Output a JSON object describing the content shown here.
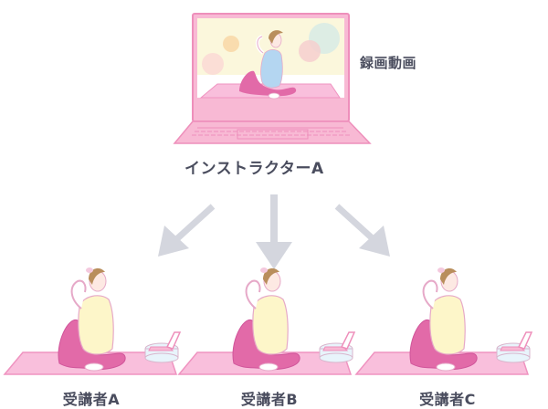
{
  "instructor": {
    "video_label": "録画動画",
    "name_label": "インストラクターA",
    "device": "laptop-icon"
  },
  "arrows": [
    {
      "direction": "down-left",
      "target": "受講者A"
    },
    {
      "direction": "down",
      "target": "受講者B"
    },
    {
      "direction": "down-right",
      "target": "受講者C"
    }
  ],
  "students": [
    {
      "label": "受講者A"
    },
    {
      "label": "受講者B"
    },
    {
      "label": "受講者C"
    }
  ],
  "colors": {
    "laptop_pink": "#f8b9d4",
    "laptop_outline": "#ee8fbb",
    "screen_bg": "#fbf7dc",
    "mat_pink": "#f9bfdc",
    "mat_outline": "#ef93c0",
    "legs_pink": "#e26aa8",
    "shirt_yellow": "#fdf6c9",
    "tank_blue": "#b4d6f1",
    "hair_brown": "#b98e5c",
    "cushion": "#e8f4fb",
    "arrow_gray": "#d4d6de",
    "text_dark": "#4a4d5e"
  }
}
